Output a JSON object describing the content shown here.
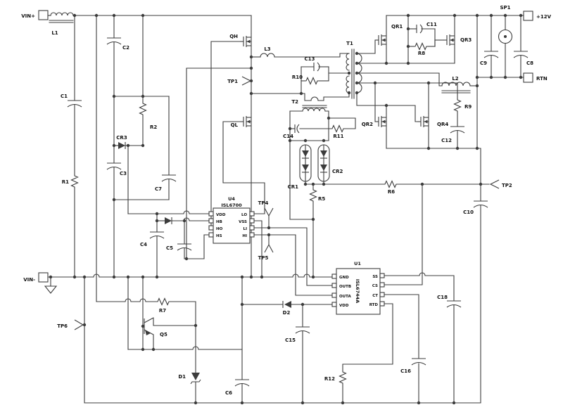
{
  "schematic": {
    "terminals": {
      "vin_plus": "VIN+",
      "plus12v": "+12V",
      "rtn": "RTN",
      "vin_minus": "VIN-"
    },
    "test_points": {
      "tp1": "TP1",
      "tp2": "TP2",
      "tp4": "TP4",
      "tp5": "TP5",
      "tp6": "TP6"
    },
    "inductors": {
      "l1": "L1",
      "l2": "L2",
      "l3": "L3"
    },
    "transformers": {
      "t1": "T1",
      "t2": "T2"
    },
    "capacitors": {
      "c1": "C1",
      "c2": "C2",
      "c3": "C3",
      "c4": "C4",
      "c5": "C5",
      "c6": "C6",
      "c7": "C7",
      "c8": "C8",
      "c9": "C9",
      "c10": "C10",
      "c11": "C11",
      "c12": "C12",
      "c13": "C13",
      "c14": "C14",
      "c15": "C15",
      "c16": "C16",
      "c18": "C18"
    },
    "resistors": {
      "r1": "R1",
      "r2": "R2",
      "r5": "R5",
      "r6": "R6",
      "r7": "R7",
      "r8": "R8",
      "r9": "R9",
      "r10": "R10",
      "r11": "R11",
      "r12": "R12"
    },
    "diodes": {
      "cr1": "CR1",
      "cr2": "CR2",
      "cr3": "CR3",
      "d1": "D1",
      "d2": "D2"
    },
    "transistors": {
      "qh": "QH",
      "ql": "QL",
      "qr1": "QR1",
      "qr2": "QR2",
      "qr3": "QR3",
      "qr4": "QR4",
      "q5": "Q5"
    },
    "jack": {
      "sp1": "SP1"
    },
    "ics": {
      "u4": {
        "ref": "U4",
        "part": "ISL6700",
        "pins_left": [
          "VDD",
          "HB",
          "HO",
          "HS"
        ],
        "pins_right": [
          "LO",
          "VSS",
          "LI",
          "HI"
        ]
      },
      "u1": {
        "ref": "U1",
        "part": "ISL6744A",
        "pins_left": [
          "GND",
          "OUTB",
          "OUTA",
          "VDD"
        ],
        "pins_right": [
          "SS",
          "CS",
          "CT",
          "RTD"
        ]
      }
    }
  },
  "colors": {
    "background": "#ffffff",
    "wire": "#3c3c3c",
    "text": "#111111"
  }
}
